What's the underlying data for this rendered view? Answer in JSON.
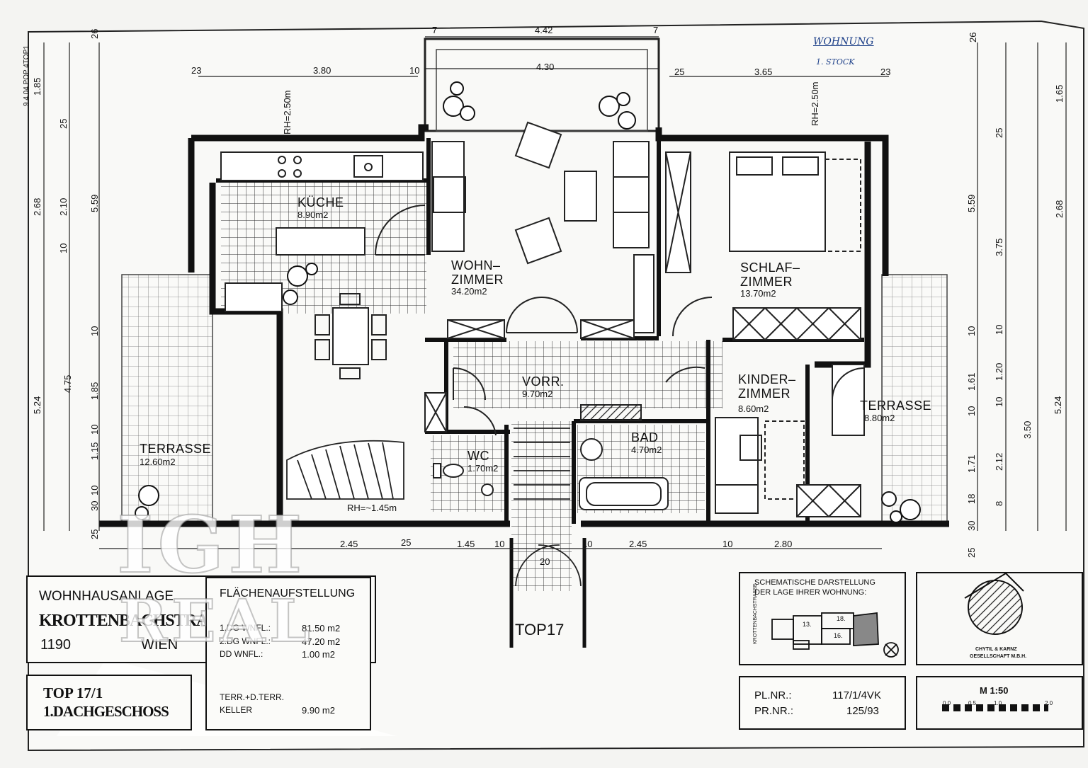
{
  "rooms": {
    "kueche": {
      "name": "KÜCHE",
      "area": "8.90m2"
    },
    "wohnzimmer": {
      "name_1": "WOHN–",
      "name_2": "ZIMMER",
      "area": "34.20m2"
    },
    "schlafzimmer": {
      "name_1": "SCHLAF–",
      "name_2": "ZIMMER",
      "area": "13.70m2"
    },
    "vorraum": {
      "name": "VORR.",
      "area": "9.70m2"
    },
    "kinderzimmer": {
      "name_1": "KINDER–",
      "name_2": "ZIMMER",
      "area": "8.60m2"
    },
    "terrasse_left": {
      "name": "TERRASSE",
      "area": "12.60m2"
    },
    "terrasse_right": {
      "name": "TERRASSE",
      "area": "8.80m2"
    },
    "wc": {
      "name": "WC",
      "area": "1.70m2"
    },
    "bad": {
      "name": "BAD",
      "area": "4.70m2"
    }
  },
  "annotations": {
    "rh_left": "RH=2.50m",
    "rh_right": "RH=2.50m",
    "rh_stair": "RH=~1.45m",
    "top17": "TOP17",
    "handwritten_title": "WOHNUNG",
    "handwritten_sub": "1. STOCK",
    "side_stamp": "9 4.04 POP 4TOP1"
  },
  "dimensions": {
    "top": [
      "23",
      "3.80",
      "10",
      "7",
      "4.42",
      "4.30",
      "7",
      "25",
      "3.65",
      "23"
    ],
    "bottom": [
      "2.45",
      "25",
      "1.45",
      "10",
      "20",
      "10",
      "2.45",
      "10",
      "2.80"
    ],
    "left_outer": [
      "26",
      "2.68",
      "5.24"
    ],
    "left_mid": [
      "1.85",
      "25",
      "2.10",
      "10",
      "4.75"
    ],
    "left_inner": [
      "5.59",
      "10",
      "1.85",
      "10",
      "1.15",
      "10",
      "30",
      "25"
    ],
    "right_outer": [
      "26",
      "1.65",
      "2.68",
      "5.24"
    ],
    "right_mid": [
      "25",
      "3.75",
      "10",
      "1.20",
      "10",
      "3.50"
    ],
    "right_inner": [
      "5.59",
      "10",
      "1.61",
      "10",
      "1.71",
      "18",
      "30",
      "25"
    ],
    "right_small": [
      "2.12",
      "8"
    ]
  },
  "title_block": {
    "line1": "WOHNHAUSANLAGE",
    "line2": "KROTTENBACHSTRASSE",
    "zip": "1190",
    "city": "WIEN",
    "top": "TOP 17/1",
    "floor": "1.DACHGESCHOSS"
  },
  "area_schedule": {
    "heading": "FLÄCHENAUFSTELLUNG",
    "rows": [
      {
        "label": "1.DG WNFL.:",
        "value": "81.50 m2"
      },
      {
        "label": "2.DG WNFL.:",
        "value": "47.20 m2"
      },
      {
        "label": "DD WNFL.:",
        "value": "1.00 m2"
      },
      {
        "label": "TERR.+D.TERR.",
        "value": ""
      },
      {
        "label": "KELLER",
        "value": "9.90 m2"
      }
    ]
  },
  "schematic": {
    "heading_1": "SCHEMATISCHE DARSTELLUNG",
    "heading_2": "DER LAGE IHRER WOHNUNG:",
    "street": "KROTTENBACHSTRASSE",
    "units": [
      "13.",
      "18.",
      "16."
    ]
  },
  "plan_numbers": {
    "pl_label": "PL.NR.:",
    "pl_value": "117/1/4VK",
    "pr_label": "PR.NR.:",
    "pr_value": "125/93"
  },
  "scale": {
    "label": "M 1:50",
    "ticks": [
      "0.0",
      "0.5",
      "1.0",
      "2.0"
    ]
  },
  "architect": {
    "line1": "CHYTIL & KARNZ",
    "line2": "GESELLSCHAFT M.B.H."
  },
  "watermark": {
    "line1": "IGH",
    "line2": "REAL"
  }
}
